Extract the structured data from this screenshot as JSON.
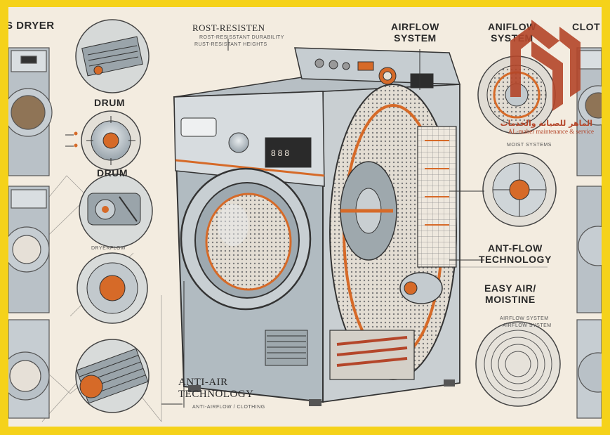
{
  "labels": {
    "top_left": "S DRYER",
    "rost_resisten": "ROST-RESISTEN",
    "rost_sub1": "ROST-RESISSTANT DURABILITY",
    "rost_sub2": "RUST-RESISTANT HEIGHTS",
    "airflow_line1": "AIRFLOW",
    "airflow_line2": "SYSTEM",
    "aniflow_line1": "ANIFLOW",
    "aniflow_line2": "SYSTEM",
    "clot": "CLOT",
    "drum1": "DRUM",
    "drum2": "DRUM",
    "small_caption_left": "DRYERFLOW",
    "right_small1": "MOIST SYSTEMS",
    "right_small2": "AIRFLOW SYSTEM",
    "right_small3": "AIRFLOW SYSTEM",
    "antiflow_line1": "ANT-FLOW",
    "antiflow_line2": "TECHNOLOGY",
    "easy_line1": "EASY AIR/",
    "easy_line2": "MOISTINE",
    "antiair_line1": "ANTI-AIR",
    "antiair_line2": "TECHNOLOGY",
    "antiair_small": "ANTI-AIRFLOW / CLOTHING"
  },
  "logo": {
    "arabic_text": "الماهر للصيانة والخدمات",
    "english_text": "AL-maher maintenance & service"
  },
  "colors": {
    "frame": "#f5d21a",
    "paper": "#f3ece0",
    "accent_orange": "#d66a28",
    "logo_red": "#b4462a",
    "steel": "#a9b4bc"
  },
  "dryer_panel": {
    "display_text": "888"
  }
}
